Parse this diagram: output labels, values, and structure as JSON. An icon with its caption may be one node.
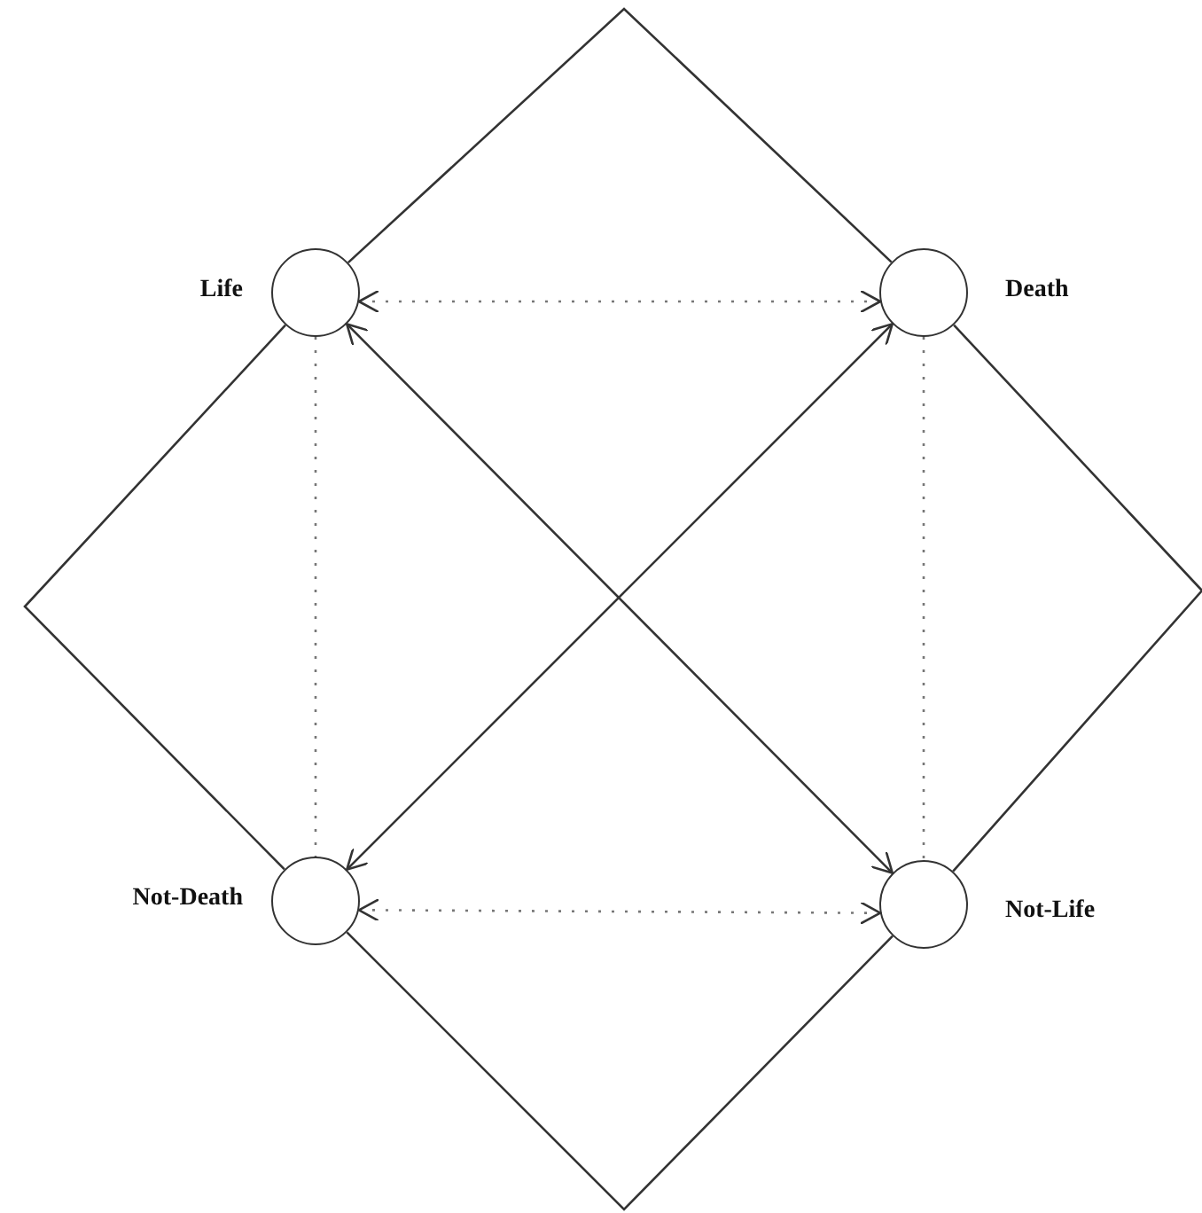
{
  "diagram": {
    "nodes": [
      {
        "text": [],
        "shape": "circle",
        "beside": [
          "Life"
        ]
      },
      {
        "text": [],
        "shape": "circle",
        "beside": [
          "Death"
        ]
      },
      {
        "text": [],
        "shape": "circle",
        "beside": [
          "Not-Death"
        ]
      },
      {
        "text": [],
        "shape": "circle",
        "beside": [
          "Not-Life"
        ]
      }
    ],
    "edges": [
      {
        "from": 0,
        "to": 1,
        "arrow": "none"
      },
      {
        "from": 0,
        "to": 2,
        "arrow": "none"
      },
      {
        "from": 1,
        "to": 3,
        "arrow": "none"
      },
      {
        "from": 2,
        "to": 3,
        "arrow": "none"
      },
      {
        "from": 0,
        "to": 1,
        "arrow": "both",
        "style": "dashed"
      },
      {
        "from": 2,
        "to": 3,
        "arrow": "both",
        "style": "dashed"
      },
      {
        "from": 0,
        "to": 2,
        "arrow": "none",
        "style": "dashed"
      },
      {
        "from": 1,
        "to": 3,
        "arrow": "none",
        "style": "dashed"
      },
      {
        "from": 0,
        "to": 3,
        "arrow": "both"
      },
      {
        "from": 2,
        "to": 1,
        "arrow": "both"
      }
    ]
  }
}
